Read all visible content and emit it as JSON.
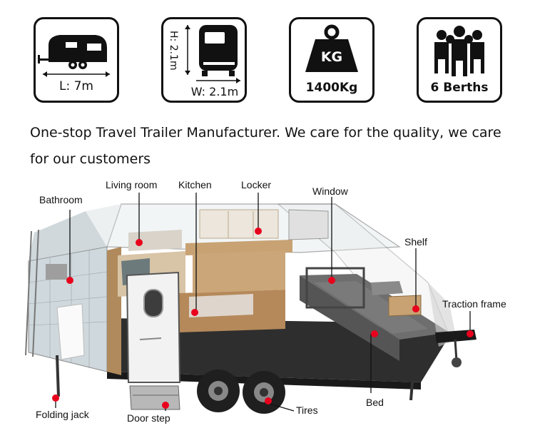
{
  "specs": {
    "length_label": "L: 7m",
    "height_label": "H: 2.1m",
    "width_label": "W: 2.1m",
    "weight_badge": "KG",
    "weight_label": "1400Kg",
    "berths_label": "6 Berths"
  },
  "tagline": "One-stop Travel Trailer Manufacturer.  We care for the quality, we care for our customers",
  "callouts": {
    "living_room": "Living room",
    "kitchen": "Kitchen",
    "locker": "Locker",
    "window": "Window",
    "bathroom": "Bathroom",
    "shelf": "Shelf",
    "traction_frame": "Traction frame",
    "bed": "Bed",
    "tires": "Tires",
    "folding_jack": "Folding jack",
    "door_step": "Door step"
  },
  "colors": {
    "marker": "#e8001c",
    "outline": "#111111",
    "wood": "#c8a273",
    "floor": "#2b2b2b"
  }
}
